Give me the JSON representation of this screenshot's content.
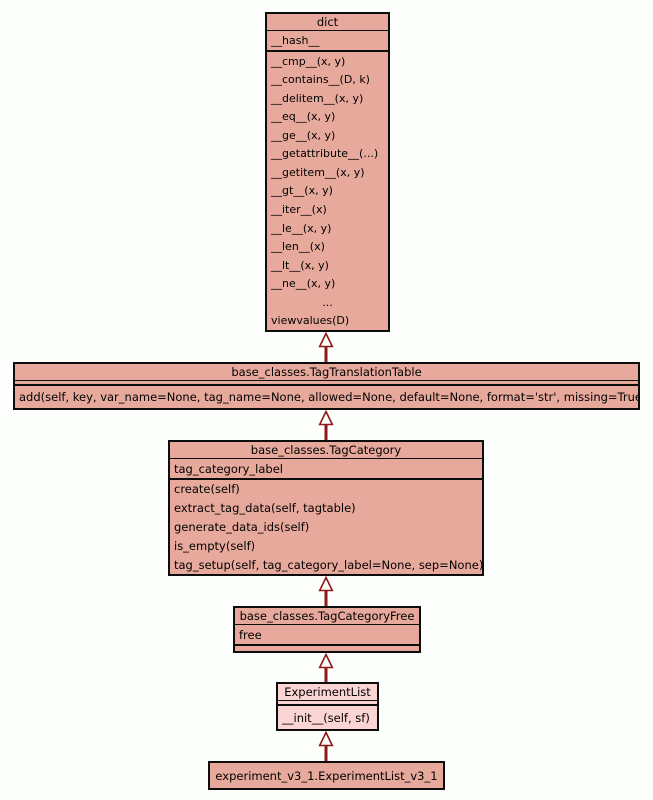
{
  "diagram": {
    "kind": "class-inheritance-diagram",
    "background_color": "#fcfffc",
    "colors": {
      "box_fill": "#e8a99d",
      "highlight_fill": "#fbd4d4",
      "border": "#0d0d0d",
      "arrow": "#911818"
    },
    "classes": [
      {
        "name": "dict",
        "attributes": [
          "__hash__"
        ],
        "methods": [
          "__cmp__(x, y)",
          "__contains__(D, k)",
          "__delitem__(x, y)",
          "__eq__(x, y)",
          "__ge__(x, y)",
          "__getattribute__(...)",
          "__getitem__(x, y)",
          "__gt__(x, y)",
          "__iter__(x)",
          "__le__(x, y)",
          "__len__(x)",
          "__lt__(x, y)",
          "__ne__(x, y)",
          "...",
          "viewvalues(D)"
        ]
      },
      {
        "name": "base_classes.TagTranslationTable",
        "attributes": [],
        "methods": [
          "add(self, key, var_name=None, tag_name=None, allowed=None, default=None, format='str', missing=True)"
        ]
      },
      {
        "name": "base_classes.TagCategory",
        "attributes": [
          "tag_category_label"
        ],
        "methods": [
          "create(self)",
          "extract_tag_data(self, tagtable)",
          "generate_data_ids(self)",
          "is_empty(self)",
          "tag_setup(self, tag_category_label=None, sep=None)"
        ]
      },
      {
        "name": "base_classes.TagCategoryFree",
        "attributes": [
          "free"
        ],
        "methods": []
      },
      {
        "name": "ExperimentList",
        "highlighted": true,
        "attributes": [],
        "methods": [
          "__init__(self, sf)"
        ]
      },
      {
        "name": "experiment_v3_1.ExperimentList_v3_1",
        "attributes": [],
        "methods": []
      }
    ],
    "edges": [
      {
        "from": "base_classes.TagTranslationTable",
        "to": "dict",
        "type": "inheritance"
      },
      {
        "from": "base_classes.TagCategory",
        "to": "base_classes.TagTranslationTable",
        "type": "inheritance"
      },
      {
        "from": "base_classes.TagCategoryFree",
        "to": "base_classes.TagCategory",
        "type": "inheritance"
      },
      {
        "from": "ExperimentList",
        "to": "base_classes.TagCategoryFree",
        "type": "inheritance"
      },
      {
        "from": "experiment_v3_1.ExperimentList_v3_1",
        "to": "ExperimentList",
        "type": "inheritance"
      }
    ]
  }
}
